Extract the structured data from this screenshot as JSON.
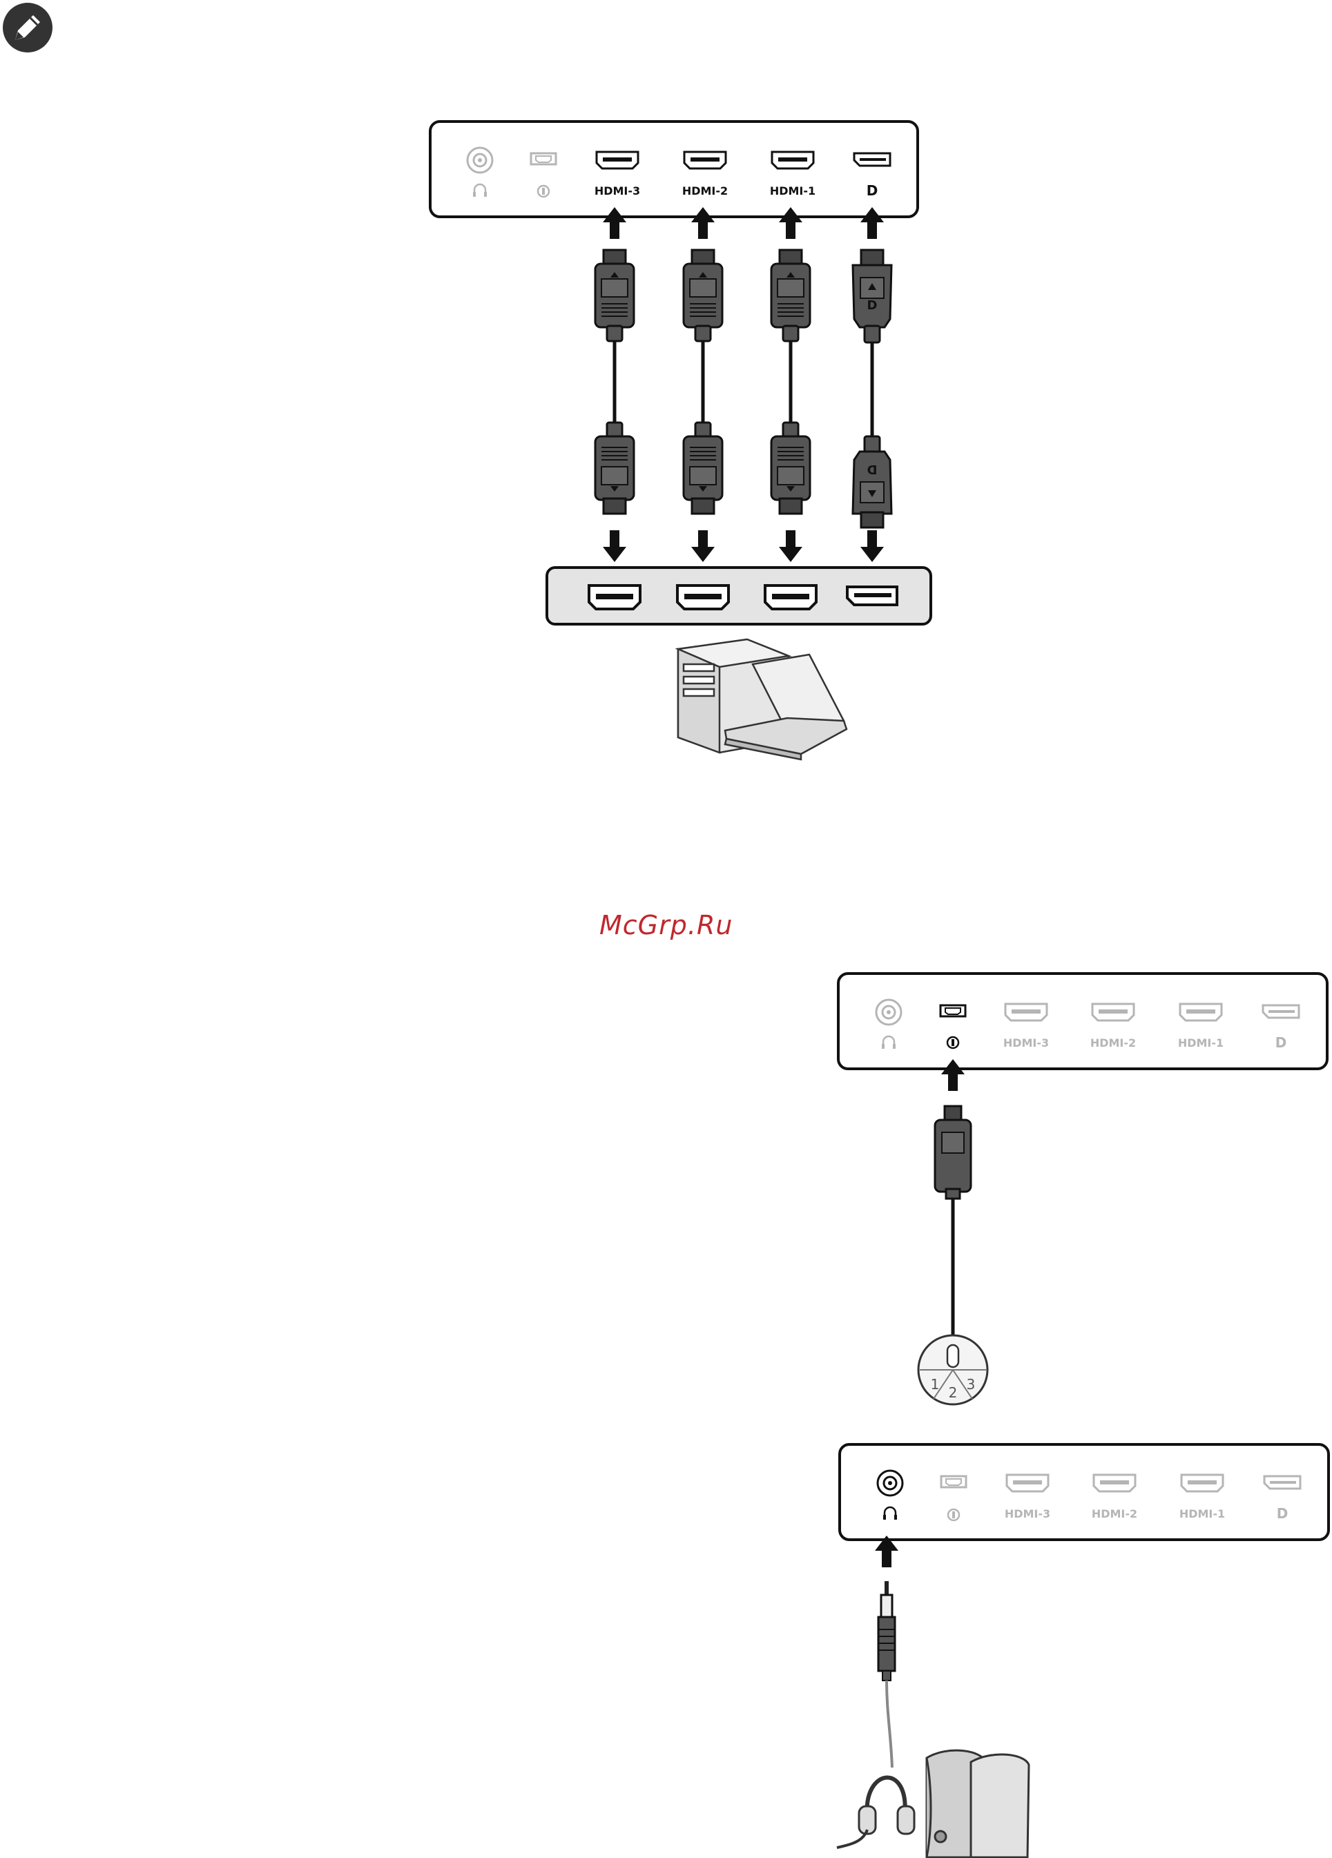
{
  "note_icon": "pencil-icon",
  "watermark": "McGrp.Ru",
  "port_labels": {
    "hdmi3": "HDMI-3",
    "hdmi2": "HDMI-2",
    "hdmi1": "HDMI-1",
    "dp": "D"
  },
  "puck_labels": {
    "one": "1",
    "two": "2",
    "three": "3"
  },
  "colors": {
    "active_port": "#111111",
    "inactive_port": "#b5b5b5",
    "cable_body": "#555555",
    "source_panel": "#e4e4e4",
    "watermark": "#c0282d"
  }
}
